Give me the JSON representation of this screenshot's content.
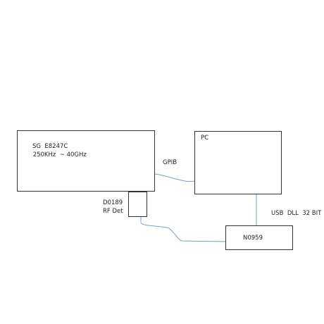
{
  "colors": {
    "background": "#ffffff",
    "box_border": "#333333",
    "wire": "#7a9cc4",
    "text": "#222222"
  },
  "blocks": {
    "signal_generator": {
      "line1": "SG  E8247C",
      "line2": " 250KHz  ~ 40GHz"
    },
    "pc": {
      "label": "PC"
    },
    "rf_detector": {
      "line1": "D0189",
      "line2": "RF Det"
    },
    "n0959": {
      "label": "N0959"
    }
  },
  "connections": {
    "gpib": "GPIB",
    "usb": "USB  DLL  32 BIT"
  }
}
